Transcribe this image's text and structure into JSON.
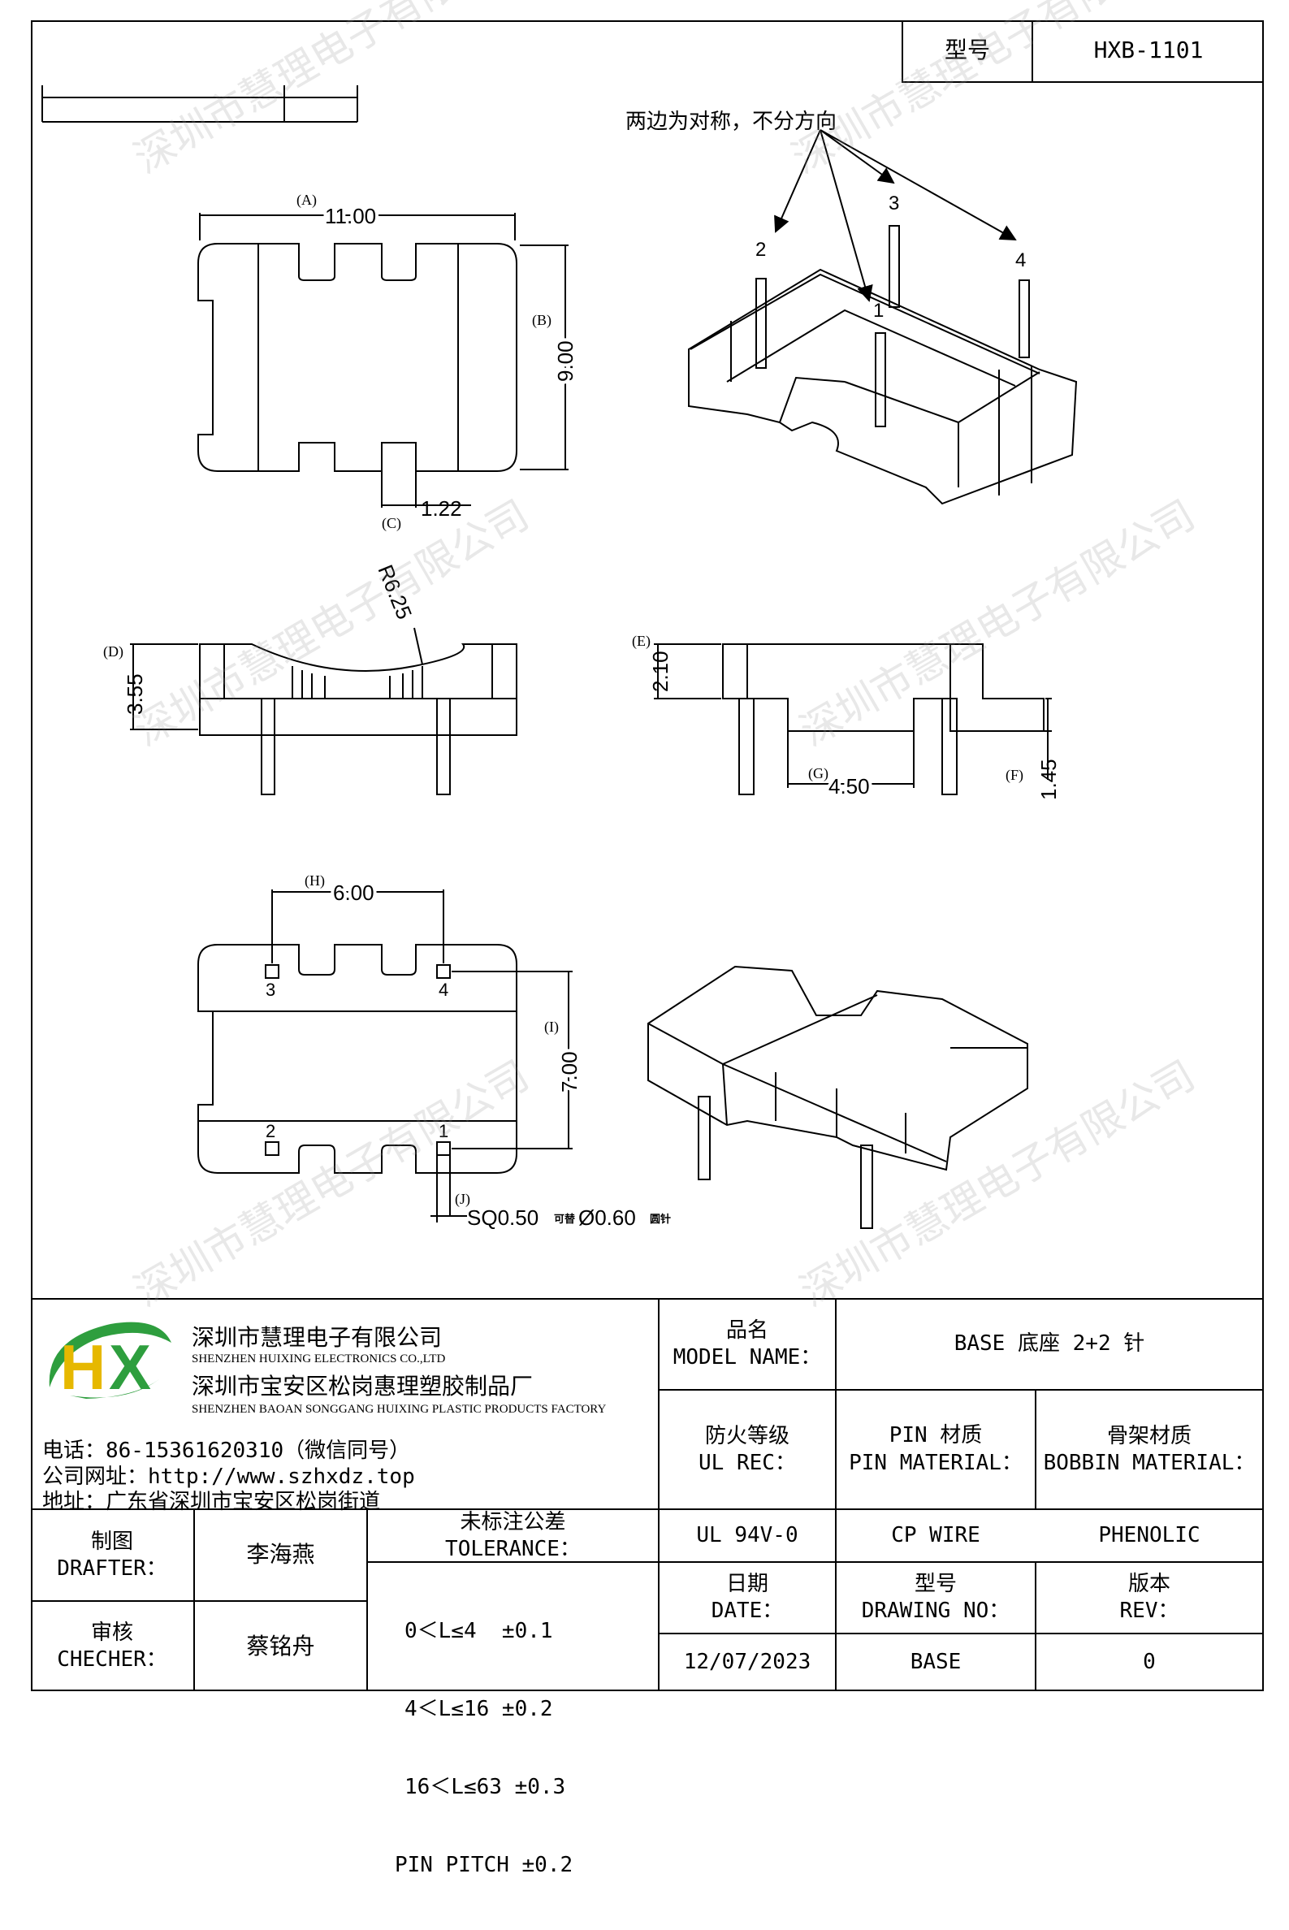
{
  "header": {
    "model_label": "型号",
    "model_value": "HXB-1101"
  },
  "drawing": {
    "note": "两边为对称，不分方向",
    "pins_3d": [
      "2",
      "3",
      "4",
      "1"
    ],
    "dim_a_tag": "(A)",
    "dim_a": "11.00",
    "dim_b_tag": "(B)",
    "dim_b": "9.00",
    "dim_c_tag": "(C)",
    "dim_c": "1.22",
    "radius": "R6.25",
    "dim_d_tag": "(D)",
    "dim_d": "3.55",
    "dim_e_tag": "(E)",
    "dim_e": "2.10",
    "dim_f_tag": "(F)",
    "dim_f": "1.45",
    "dim_g_tag": "(G)",
    "dim_g": "4.50",
    "dim_h_tag": "(H)",
    "dim_h": "6.00",
    "dim_i_tag": "(I)",
    "dim_i": "7.00",
    "dim_j_tag": "(J)",
    "dim_j": "SQ0.50",
    "dim_j_note1": "可替",
    "dim_j_alt": "Ø0.60",
    "dim_j_note2": "圆针",
    "pins_bottom": [
      "3",
      "4",
      "2",
      "1"
    ]
  },
  "company": {
    "name_cn": "深圳市慧理电子有限公司",
    "name_en": "SHENZHEN HUIXING ELECTRONICS CO.,LTD",
    "factory_cn": "深圳市宝安区松岗惠理塑胶制品厂",
    "factory_en": "SHENZHEN BAOAN SONGGANG HUIXING PLASTIC PRODUCTS FACTORY",
    "phone": "电话：86-15361620310（微信同号）",
    "website": "公司网址：http://www.szhxdz.top",
    "address": "地址：广东省深圳市宝安区松岗街道",
    "logo_h": "H",
    "logo_x": "X",
    "colors": {
      "logo_green": "#2e9e3e",
      "logo_yellow": "#e6b800"
    }
  },
  "title_block": {
    "product_cn": "品名",
    "product_en": "MODEL NAME：",
    "product_value": "BASE 底座 2+2 针",
    "fire_cn": "防火等级",
    "fire_en": "UL REC：",
    "fire_value": "UL 94V-0",
    "pin_cn": "PIN 材质",
    "pin_en": "PIN MATERIAL：",
    "pin_value": "CP WIRE",
    "bobbin_cn": "骨架材质",
    "bobbin_en": "BOBBIN MATERIAL：",
    "bobbin_value": "PHENOLIC",
    "drafter_cn": "制图",
    "drafter_en": "DRAFTER：",
    "drafter_name": "李海燕",
    "checker_cn": "审核",
    "checker_en": "CHECHER：",
    "checker_name": "蔡铭舟",
    "tol_cn": "未标注公差",
    "tol_en": "TOLERANCE：",
    "tolerances": [
      "0＜L≤4  ±0.1",
      "4＜L≤16 ±0.2",
      "16＜L≤63 ±0.3",
      "PIN PITCH ±0.2"
    ],
    "date_cn": "日期",
    "date_en": "DATE：",
    "date_value": "12/07/2023",
    "dwg_cn": "型号",
    "dwg_en": "DRAWING NO：",
    "dwg_value": "BASE",
    "rev_cn": "版本",
    "rev_en": "REV：",
    "rev_value": "0"
  },
  "watermark": "深圳市慧理电子有限公司"
}
